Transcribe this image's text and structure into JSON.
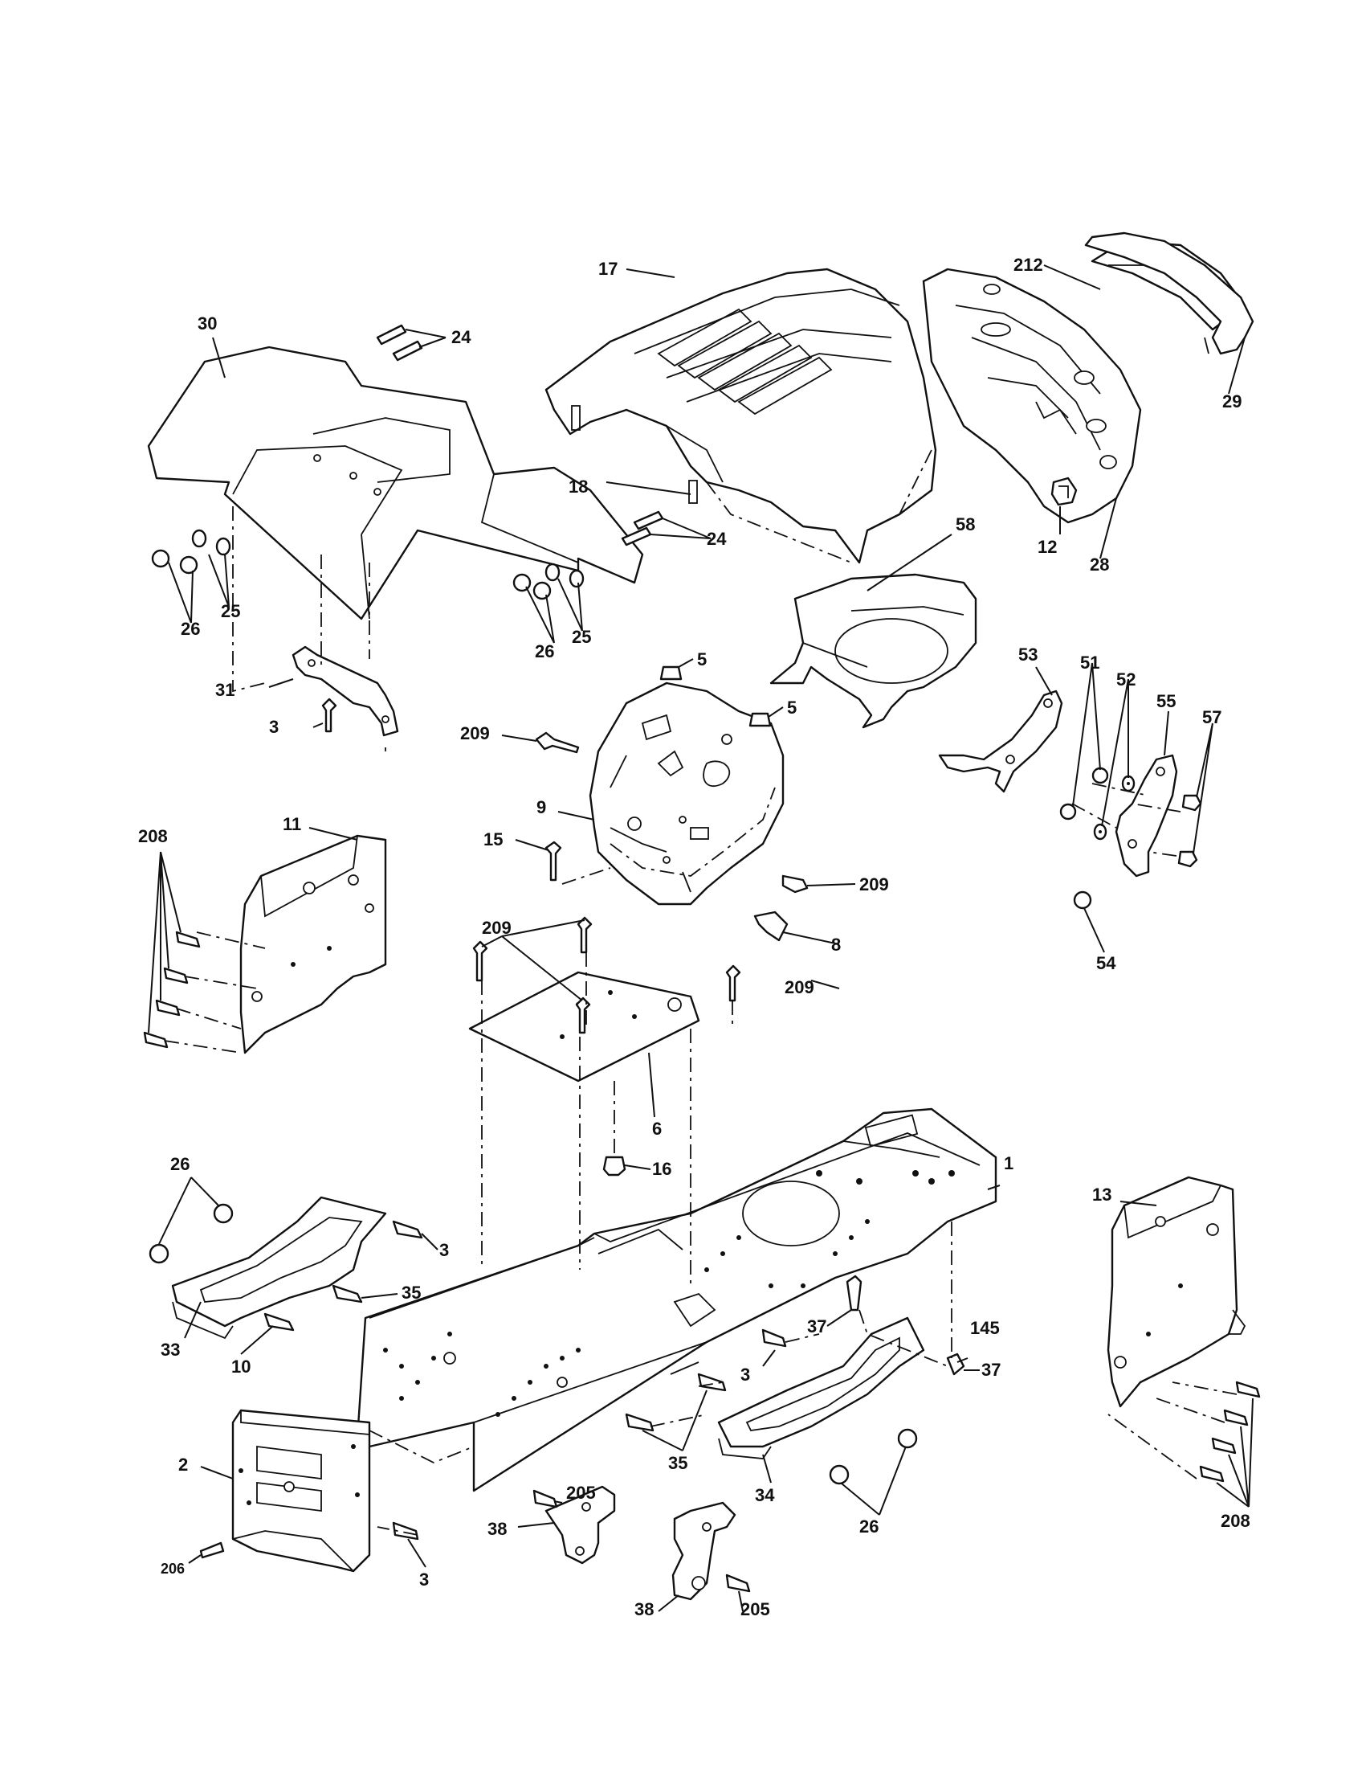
{
  "callouts": {
    "c30": "30",
    "c24a": "24",
    "c17": "17",
    "c212": "212",
    "c29": "29",
    "c18": "18",
    "c12": "12",
    "c28": "28",
    "c24b": "24",
    "c25a": "25",
    "c26a": "26",
    "c25b": "25",
    "c26b": "26",
    "c58": "58",
    "c5a": "5",
    "c5b": "5",
    "c31": "31",
    "c3a": "3",
    "c209a": "209",
    "c9": "9",
    "c53": "53",
    "c51": "51",
    "c52": "52",
    "c55": "55",
    "c57": "57",
    "c208a": "208",
    "c11": "11",
    "c15": "15",
    "c209b": "209",
    "c54": "54",
    "c209c": "209",
    "c8": "8",
    "c209d": "209",
    "c6": "6",
    "c16": "16",
    "c26c": "26",
    "c1": "1",
    "c13": "13",
    "c3b": "3",
    "c35a": "35",
    "c33": "33",
    "c10": "10",
    "c37a": "37",
    "c145": "145",
    "c37b": "37",
    "c3c": "3",
    "c35b": "35",
    "c34": "34",
    "c2": "2",
    "c205a": "205",
    "c38a": "38",
    "c26d": "26",
    "c208b": "208",
    "c206": "206",
    "c3d": "3",
    "c38b": "38",
    "c205b": "205"
  }
}
